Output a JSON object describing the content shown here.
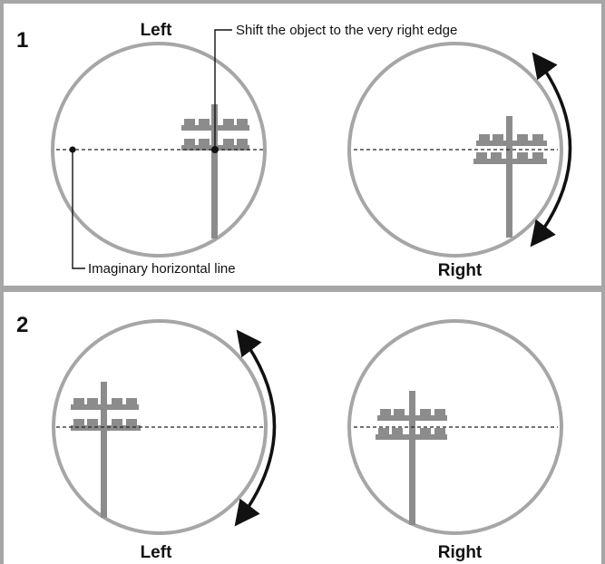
{
  "panel1": {
    "step": "1",
    "left_label": "Left",
    "right_label": "Right",
    "callout_top": "Shift the object to the very right edge",
    "callout_bottom": "Imaginary horizontal line"
  },
  "panel2": {
    "step": "2",
    "left_label": "Left",
    "right_label": "Right"
  },
  "colors": {
    "frame": "#a6a6a6",
    "circle": "#a6a6a6",
    "pole": "#8c8c8c",
    "line": "#222222",
    "arrow": "#111111"
  }
}
